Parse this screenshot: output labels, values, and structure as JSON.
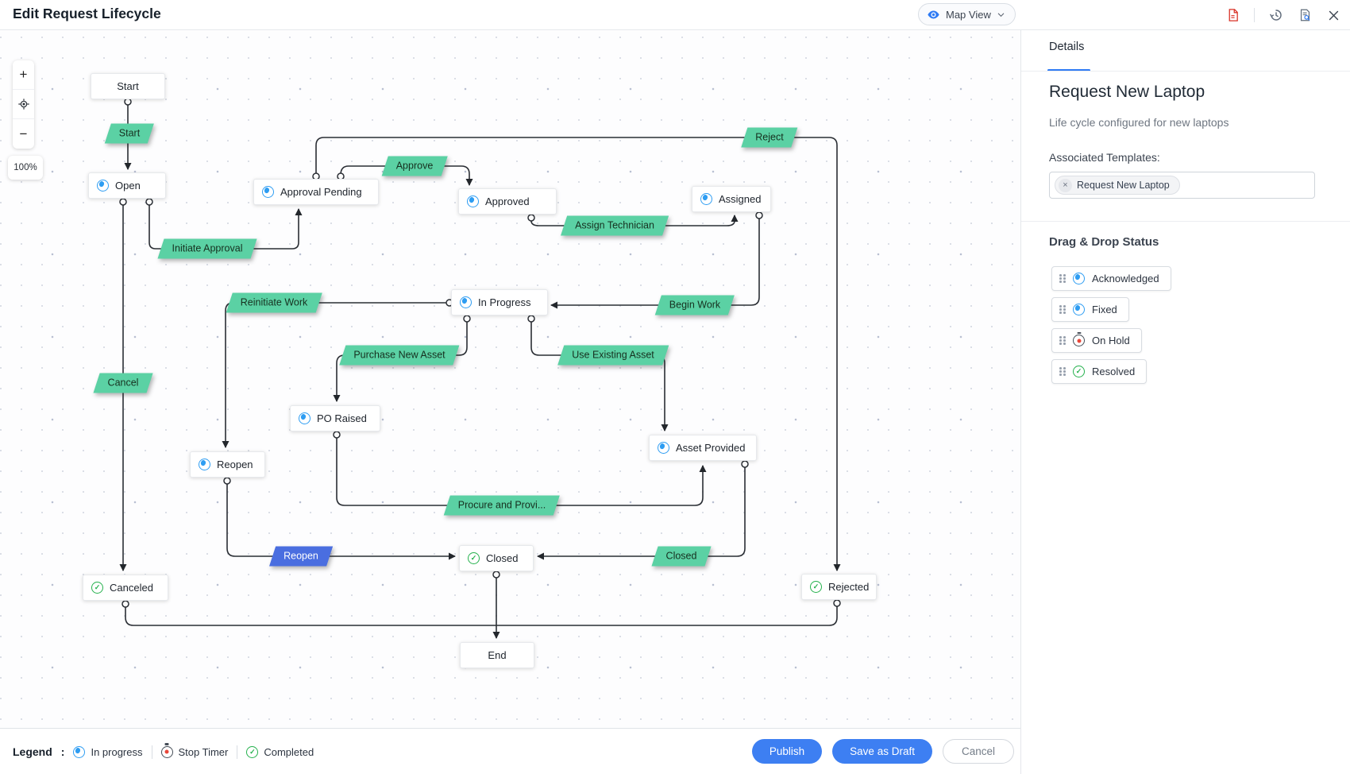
{
  "header": {
    "title": "Edit Request Lifecycle",
    "view_selector": {
      "icon": "eye-icon",
      "label": "Map View",
      "chevron": "chevron-down-icon"
    },
    "action_icons": [
      "pdf-export-icon",
      "history-icon",
      "document-search-icon",
      "close-icon"
    ]
  },
  "canvas": {
    "zoom_controls": {
      "zoom_in_label": "+",
      "zoom_out_label": "−",
      "recenter_icon": "crosshair-icon",
      "zoom_level": "100%"
    },
    "nodes": [
      {
        "label": "Start",
        "icon": "none"
      },
      {
        "label": "Open",
        "icon": "in-progress-icon"
      },
      {
        "label": "Approval Pending",
        "icon": "in-progress-icon"
      },
      {
        "label": "Approved",
        "icon": "in-progress-icon"
      },
      {
        "label": "Assigned",
        "icon": "in-progress-icon"
      },
      {
        "label": "In Progress",
        "icon": "in-progress-icon"
      },
      {
        "label": "PO Raised",
        "icon": "in-progress-icon"
      },
      {
        "label": "Asset Provided",
        "icon": "in-progress-icon"
      },
      {
        "label": "Reopen",
        "icon": "in-progress-icon"
      },
      {
        "label": "Closed",
        "icon": "completed-icon"
      },
      {
        "label": "Canceled",
        "icon": "completed-icon"
      },
      {
        "label": "Rejected",
        "icon": "completed-icon"
      },
      {
        "label": "End",
        "icon": "none"
      }
    ],
    "transitions": [
      {
        "label": "Start",
        "style": "green"
      },
      {
        "label": "Initiate Approval",
        "style": "green"
      },
      {
        "label": "Approve",
        "style": "green"
      },
      {
        "label": "Reject",
        "style": "green"
      },
      {
        "label": "Assign Technician",
        "style": "green"
      },
      {
        "label": "Begin Work",
        "style": "green"
      },
      {
        "label": "Reinitiate Work",
        "style": "green"
      },
      {
        "label": "Purchase New Asset",
        "style": "green"
      },
      {
        "label": "Use Existing Asset",
        "style": "green"
      },
      {
        "label": "Cancel",
        "style": "green"
      },
      {
        "label": "Procure and Provi...",
        "style": "green"
      },
      {
        "label": "Reopen",
        "style": "blue-selected"
      },
      {
        "label": "Closed",
        "style": "green"
      }
    ]
  },
  "panel": {
    "tab_label": "Details",
    "title": "Request New Laptop",
    "subtitle": "Life cycle configured for new laptops",
    "associated_templates_label": "Associated Templates:",
    "template_chip": {
      "remove_icon": "close-icon",
      "label": "Request New Laptop"
    },
    "drag_drop": {
      "title": "Drag & Drop Status",
      "items": [
        {
          "icon": "in-progress-icon",
          "label": "Acknowledged"
        },
        {
          "icon": "in-progress-icon",
          "label": "Fixed"
        },
        {
          "icon": "stop-timer-icon",
          "label": "On Hold"
        },
        {
          "icon": "completed-icon",
          "label": "Resolved"
        }
      ]
    }
  },
  "footer": {
    "legend_label": "Legend",
    "legend_colon": ":",
    "legend_items": [
      {
        "icon": "in-progress-icon",
        "label": "In progress"
      },
      {
        "icon": "stop-timer-icon",
        "label": "Stop Timer"
      },
      {
        "icon": "completed-icon",
        "label": "Completed"
      }
    ],
    "buttons": {
      "publish": "Publish",
      "save_as_draft": "Save as Draft",
      "cancel": "Cancel"
    }
  },
  "colors": {
    "accent_blue": "#3d7ff2",
    "transition_green": "#5bd1a4",
    "transition_selected_blue": "#4a6ee0",
    "status_in_progress": "#2e9df2",
    "status_completed": "#25b14d",
    "status_timer_dot": "#e8473a",
    "pdf_red": "#d93025"
  }
}
